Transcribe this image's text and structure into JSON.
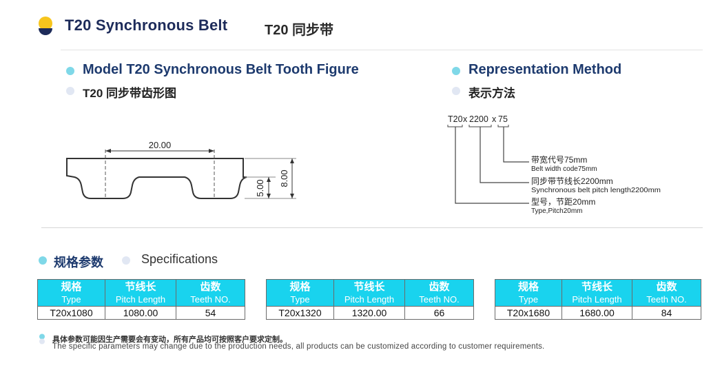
{
  "header": {
    "title_en": "T20  Synchronous Belt",
    "title_cn": "T20 同步带"
  },
  "figure_section": {
    "title_en": "Model T20 Synchronous Belt Tooth Figure",
    "title_cn": "T20 同步带齿形图",
    "pitch_dim": "20.00",
    "tooth_height_dim": "5.00",
    "total_height_dim": "8.00"
  },
  "representation": {
    "title_en": "Representation Method",
    "title_cn": "表示方法",
    "code": "T20x2200x75",
    "code_parts": [
      "T20",
      "x",
      "2200",
      "x",
      "75"
    ],
    "notes": [
      {
        "cn": "带宽代号75mm",
        "en": "Belt width code75mm"
      },
      {
        "cn": "同步带节线长2200mm",
        "en": "Synchronous belt pitch length2200mm"
      },
      {
        "cn": "型号，节距20mm",
        "en": "Type,Pitch20mm"
      }
    ]
  },
  "specifications": {
    "title_cn": "规格参数",
    "title_en": "Specifications",
    "headers": [
      {
        "cn": "规格",
        "en": "Type"
      },
      {
        "cn": "节线长",
        "en": "Pitch Length"
      },
      {
        "cn": "齿数",
        "en": "Teeth NO."
      }
    ],
    "tables": [
      {
        "type": "T20x1080",
        "pitch_length": "1080.00",
        "teeth": "54"
      },
      {
        "type": "T20x1320",
        "pitch_length": "1320.00",
        "teeth": "66"
      },
      {
        "type": "T20x1680",
        "pitch_length": "1680.00",
        "teeth": "84"
      }
    ]
  },
  "footnote": {
    "cn": "具体参数可能因生产需要会有变动，所有产品均可按照客户要求定制。",
    "en": "The specific parameters may change due to the production needs, all products can be customized according to customer requirements."
  },
  "colors": {
    "accent_cyan": "#19d3ee",
    "navy": "#1d3a6e",
    "logo_yellow": "#f7c51d",
    "logo_navy": "#1d2b5a"
  }
}
